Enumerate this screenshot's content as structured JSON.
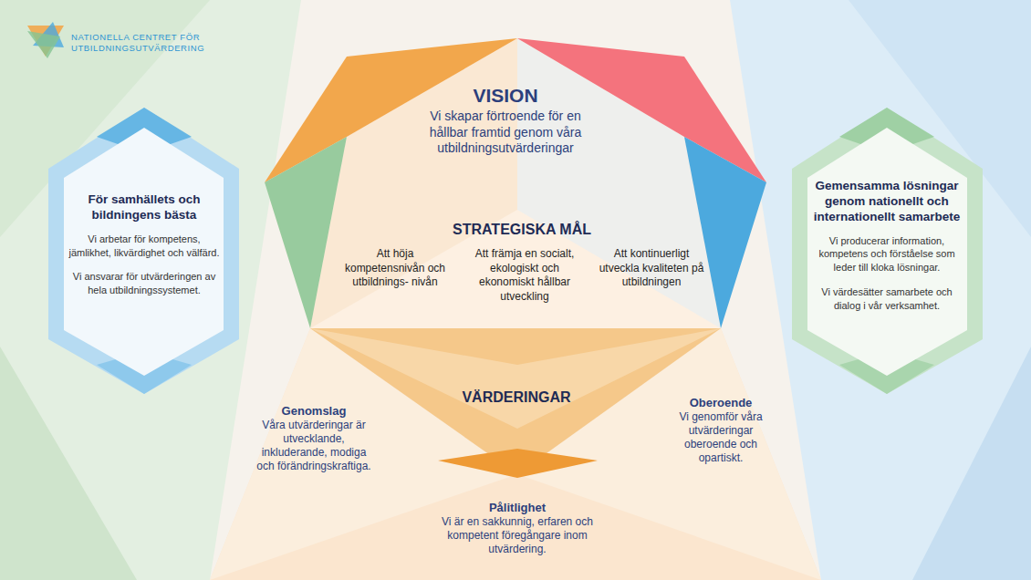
{
  "diagram": {
    "nodes": [
      {
        "text": [
          "För samhällets och bildningens bästa",
          "Vi arbetar för kompetens, jämlikhet, likvärdighet och välfärd.",
          "Vi ansvarar för utvärderingen av hela utbildningssystemet."
        ]
      },
      {
        "text": [
          "VISION",
          "Vi skapar förtroende för en hållbar framtid genom våra utbildningsutvärderingar"
        ]
      },
      {
        "text": [
          "STRATEGISKA MÅL",
          "Att höja kompetensnivån och utbildnings- nivån",
          "Att främja en socialt, ekologiskt och ekonomiskt hållbar utveckling",
          "Att kontinuerligt utveckla kvaliteten på utbildningen"
        ]
      },
      {
        "text": [
          "Gemensamma lösningar genom nationellt och internationellt samarbete",
          "Vi producerar information, kompetens och förståelse som leder till kloka lösningar.",
          "Vi värdesätter samarbete och dialog i vår verksamhet."
        ]
      },
      {
        "text": [
          "Genomslag",
          "Våra utvärderingar är utvecklande, inkluderande, modiga och förändringskraftiga."
        ]
      },
      {
        "text": [
          "VÄRDERINGAR"
        ]
      },
      {
        "text": [
          "Oberoende",
          "Vi genomför våra utvärderingar oberoende och opartiskt."
        ]
      },
      {
        "text": [
          "Pålitlighet",
          "Vi är en sakkunnig, erfaren och kompetent föregångare inom utvärdering."
        ]
      }
    ],
    "labels": [
      "NATIONELLA CENTRET FÖR UTBILDNINGSUTVÄRDERING"
    ]
  }
}
